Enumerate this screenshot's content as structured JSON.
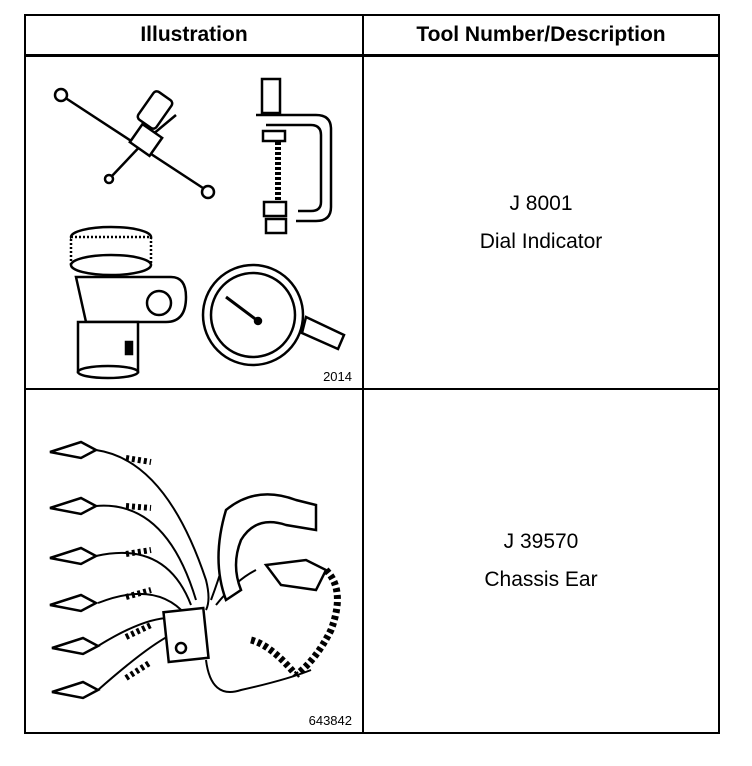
{
  "headers": {
    "illustration": "Illustration",
    "tool": "Tool Number/Description"
  },
  "rows": [
    {
      "figure_number": "2014",
      "tool_number": "J 8001",
      "description": "Dial Indicator",
      "icons": [
        "crank-handle-icon",
        "c-clamp-icon",
        "knurled-clamp-icon",
        "dial-gauge-icon"
      ]
    },
    {
      "figure_number": "643842",
      "tool_number": "J 39570",
      "description": "Chassis Ear",
      "icons": [
        "clip-leads-icon",
        "sensor-clamps-icon",
        "control-box-icon"
      ]
    }
  ]
}
